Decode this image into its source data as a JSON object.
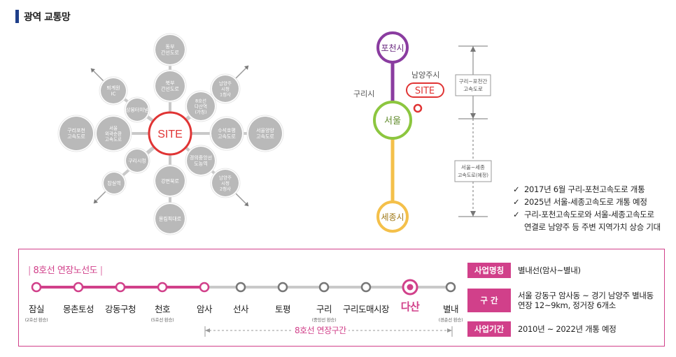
{
  "title": "광역 교통망",
  "network": {
    "center": "SITE",
    "nodes": [
      {
        "label": "동부\n간선도로"
      },
      {
        "label": "북부\n간선도로"
      },
      {
        "label": "퇴계원\nIC"
      },
      {
        "label": "상봉터미널"
      },
      {
        "label": "8호선\n다산역\n(가칭)"
      },
      {
        "label": "남양주\n시청\n1청사"
      },
      {
        "label": "구리포천\n고속도로"
      },
      {
        "label": "서울\n외곽순환\n고속도로"
      },
      {
        "label": "수석호평\n고속도로"
      },
      {
        "label": "서울양양\n고속도로"
      },
      {
        "label": "구리시청"
      },
      {
        "label": "경의중앙선\n도농역"
      },
      {
        "label": "잠실역"
      },
      {
        "label": "강변북로"
      },
      {
        "label": "남양주\n시청\n2청사"
      },
      {
        "label": "올림픽대로"
      }
    ]
  },
  "corridor": {
    "cities": [
      "포천시",
      "서울",
      "세종시"
    ],
    "guri": "구리시",
    "namyangju": "남양주시",
    "site": "SITE",
    "segments": [
      "구리~포천간\n고속도로",
      "서울~세종\n고속도로(예정)"
    ]
  },
  "bullets": [
    "2017년 6월 구리-포천고속도로 개통",
    "2025년 서울-세종고속도로 개통 예정",
    "구리-포천고속도로와 서울-세종고속도로\n연결로 남양주 등 주변 지역가치 상승 기대"
  ],
  "line8": {
    "title": "8호선 연장노선도",
    "stations": [
      {
        "name": "잠실",
        "note": "(2호선 환승)"
      },
      {
        "name": "몽촌토성",
        "note": ""
      },
      {
        "name": "강동구청",
        "note": ""
      },
      {
        "name": "천호",
        "note": "(5호선 환승)"
      },
      {
        "name": "암사",
        "note": ""
      },
      {
        "name": "선사",
        "note": ""
      },
      {
        "name": "토평",
        "note": ""
      },
      {
        "name": "구리",
        "note": "(중앙선 환승)"
      },
      {
        "name": "구리도매시장",
        "note": ""
      },
      {
        "name": "다산",
        "note": ""
      },
      {
        "name": "별내",
        "note": "(경춘선 환승)"
      }
    ],
    "extension_label": "8호선 연장구간"
  },
  "info": [
    {
      "label": "사업명칭",
      "value": "별내선(암사~별내)"
    },
    {
      "label": "구 간",
      "value": "서울 강동구 암사동 ~ 경기 남양주 별내동\n연장 12~9km, 정거장 6개소"
    },
    {
      "label": "사업기간",
      "value": "2010년 ~ 2022년 개통 예정"
    }
  ],
  "colors": {
    "accent": "#d1408a",
    "site_red": "#e03434",
    "node_gray": "#b9b9b9",
    "line_gray": "#c9c9c9",
    "green": "#8cc63f",
    "purple": "#8a3ca0",
    "yellow": "#f4c04a"
  }
}
